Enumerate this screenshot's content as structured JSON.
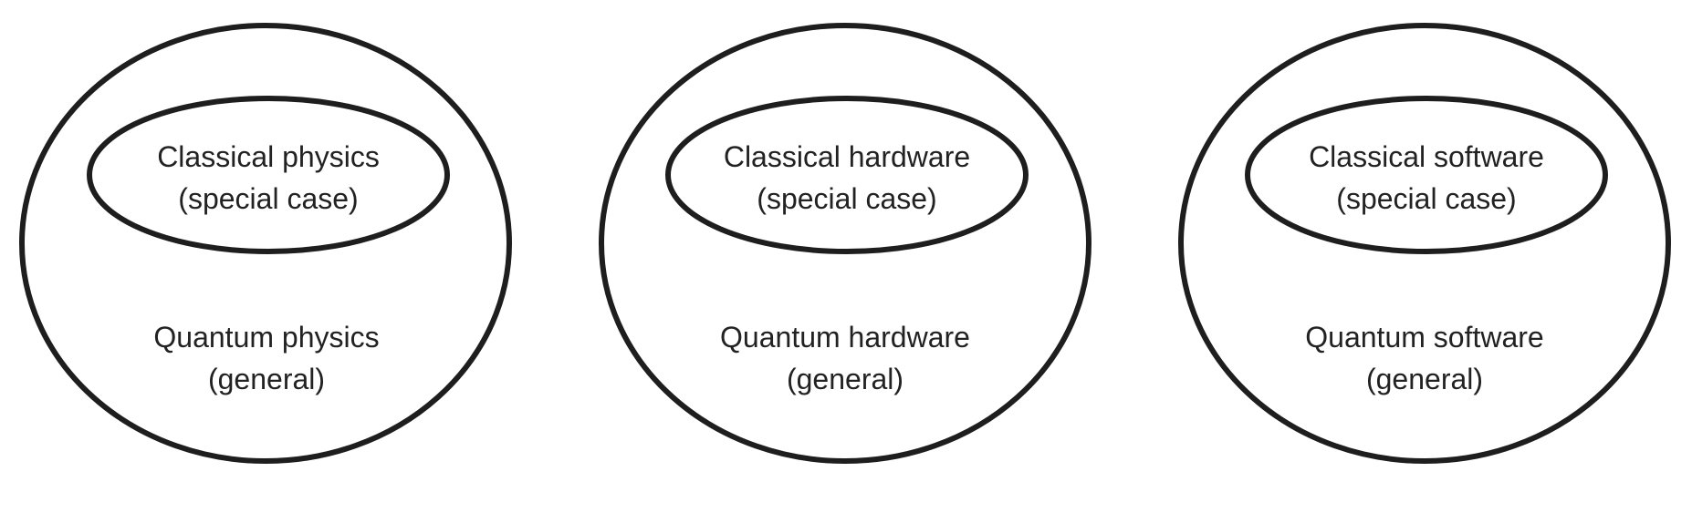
{
  "diagram": {
    "panels": [
      {
        "inner_line1": "Classical physics",
        "inner_line2": "(special case)",
        "outer_line1": "Quantum physics",
        "outer_line2": "(general)"
      },
      {
        "inner_line1": "Classical hardware",
        "inner_line2": "(special case)",
        "outer_line1": "Quantum hardware",
        "outer_line2": "(general)"
      },
      {
        "inner_line1": "Classical software",
        "inner_line2": "(special case)",
        "outer_line1": "Quantum software",
        "outer_line2": "(general)"
      }
    ]
  },
  "colors": {
    "stroke": "#1e1e1e",
    "text": "#222222",
    "background": "#ffffff"
  }
}
